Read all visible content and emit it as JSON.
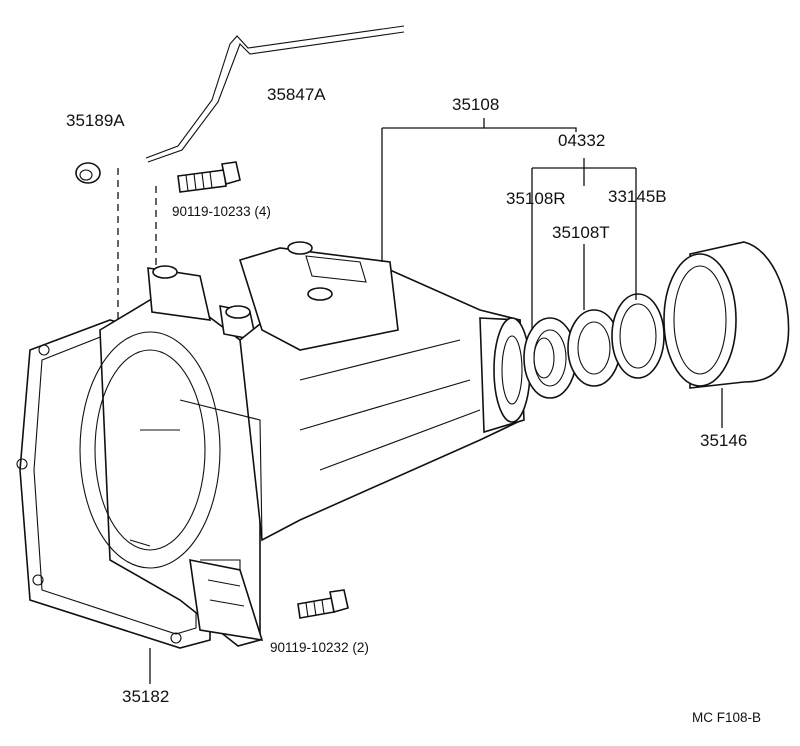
{
  "callouts": {
    "hose": "35847A",
    "plug": "35189A",
    "housing_assembly": "35108",
    "bearing_kit": "04332",
    "bearing_r": "35108R",
    "seal_b": "33145B",
    "bearing_t": "35108T",
    "dust_cover": "35146",
    "bolt_upper": "90119-10233 (4)",
    "bolt_lower": "90119-10232 (2)",
    "gasket": "35182"
  },
  "figure_code": "MC  F108-B",
  "colors": {
    "line": "#111111",
    "background": "#ffffff"
  }
}
